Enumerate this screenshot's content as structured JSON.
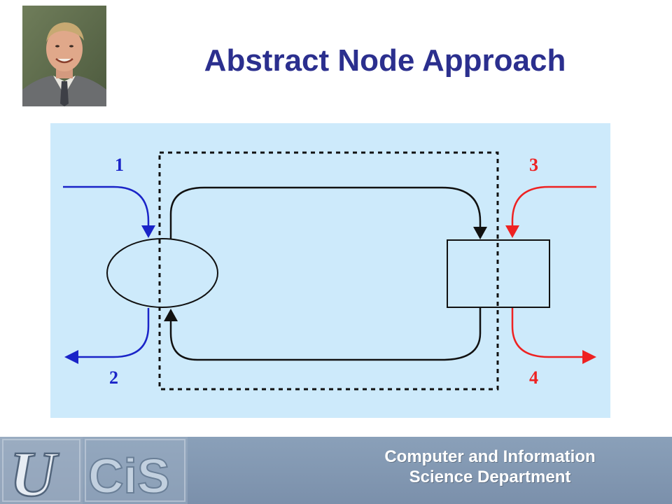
{
  "title": "Abstract Node Approach",
  "diagram": {
    "labels": [
      {
        "id": "in-left",
        "text": "1",
        "color": "#1a24c8"
      },
      {
        "id": "out-left",
        "text": "2",
        "color": "#1a24c8"
      },
      {
        "id": "in-right",
        "text": "3",
        "color": "#ee2222"
      },
      {
        "id": "out-right",
        "text": "4",
        "color": "#ee2222"
      }
    ],
    "colors": {
      "background": "#cdeafb",
      "left_flows": "#1a24c8",
      "right_flows": "#ee2222",
      "internal": "#111111"
    }
  },
  "footer": {
    "logo_letters": [
      "U",
      "CiS"
    ],
    "dept_line1": "Computer and Information",
    "dept_line2": "Science Department"
  },
  "colors": {
    "title": "#2b2f8e",
    "footer_bg": "#8aa0b9"
  }
}
